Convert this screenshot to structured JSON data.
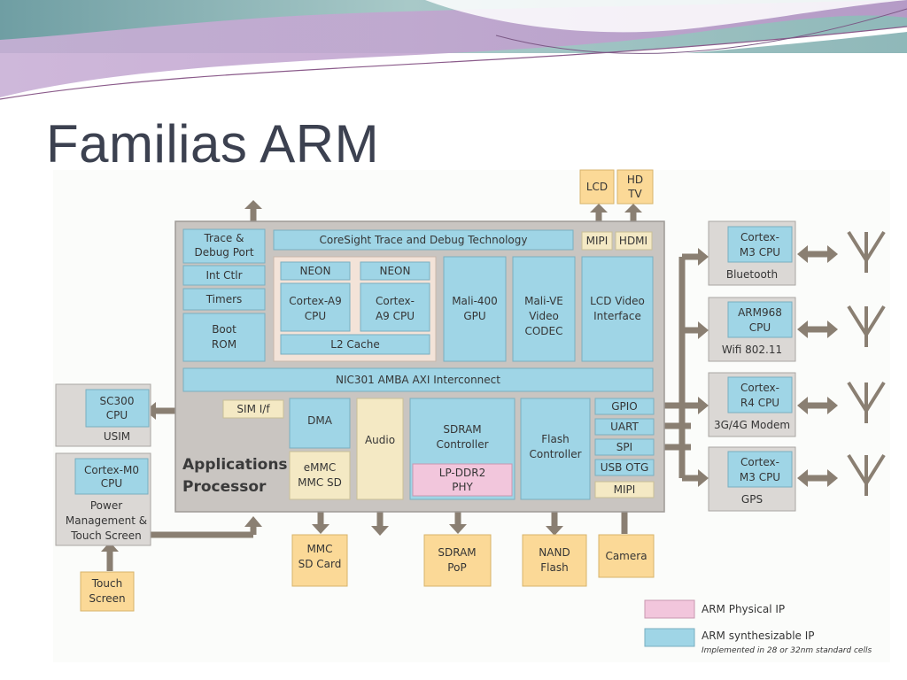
{
  "slide": {
    "title": "Familias ARM"
  },
  "colors": {
    "chip": "#c9c5c1",
    "synthesizable_ip": "#9fd5e6",
    "physical_ip": "#f2c6dc",
    "peripheral": "#fbd997",
    "arrow": "#8a7f72"
  },
  "blocks": {
    "trace_debug_port": [
      "Trace &",
      "Debug Port"
    ],
    "int_ctlr": "Int Ctlr",
    "timers": "Timers",
    "boot_rom": [
      "Boot",
      "ROM"
    ],
    "coresight": "CoreSight Trace and Debug Technology",
    "neon_1": "NEON",
    "neon_2": "NEON",
    "cortex_a9_1": [
      "Cortex-A9",
      "CPU"
    ],
    "cortex_a9_2": [
      "Cortex-",
      "A9 CPU"
    ],
    "l2_cache": "L2 Cache",
    "mali_400": [
      "Mali-400",
      "GPU"
    ],
    "mali_ve": [
      "Mali-VE",
      "Video",
      "CODEC"
    ],
    "lcd_video": [
      "LCD Video",
      "Interface"
    ],
    "mipi_top": "MIPI",
    "hdmi": "HDMI",
    "nic301": "NIC301 AMBA AXI Interconnect",
    "sim_if": "SIM I/f",
    "dma": "DMA",
    "emmc": [
      "eMMC",
      "MMC SD"
    ],
    "audio": "Audio",
    "sdram_ctrl": [
      "SDRAM",
      "Controller"
    ],
    "lpddr2": [
      "LP-DDR2",
      "PHY"
    ],
    "flash_ctrl": [
      "Flash",
      "Controller"
    ],
    "gpio": "GPIO",
    "uart": "UART",
    "spi": "SPI",
    "usb_otg": "USB OTG",
    "mipi_bottom": "MIPI",
    "app_processor": [
      "Applications",
      "Processor"
    ]
  },
  "external": {
    "lcd": "LCD",
    "hdtv": [
      "HD",
      "TV"
    ],
    "usim_cpu": [
      "SC300",
      "CPU"
    ],
    "usim": "USIM",
    "pm_cpu": [
      "Cortex-M0",
      "CPU"
    ],
    "pm_label": [
      "Power",
      "Management &",
      "Touch Screen"
    ],
    "touch_screen": [
      "Touch",
      "Screen"
    ],
    "mmc_card": [
      "MMC",
      "SD Card"
    ],
    "sdram_pop": [
      "SDRAM",
      "PoP"
    ],
    "nand_flash": [
      "NAND",
      "Flash"
    ],
    "camera": "Camera",
    "bluetooth_cpu": [
      "Cortex-",
      "M3 CPU"
    ],
    "bluetooth": "Bluetooth",
    "wifi_cpu": [
      "ARM968",
      "CPU"
    ],
    "wifi": "Wifi 802.11",
    "modem_cpu": [
      "Cortex-",
      "R4 CPU"
    ],
    "modem": "3G/4G Modem",
    "gps_cpu": [
      "Cortex-",
      "M3 CPU"
    ],
    "gps": "GPS"
  },
  "legend": {
    "physical": "ARM Physical IP",
    "synthesizable": "ARM synthesizable IP",
    "note": "Implemented in 28 or 32nm standard cells"
  }
}
